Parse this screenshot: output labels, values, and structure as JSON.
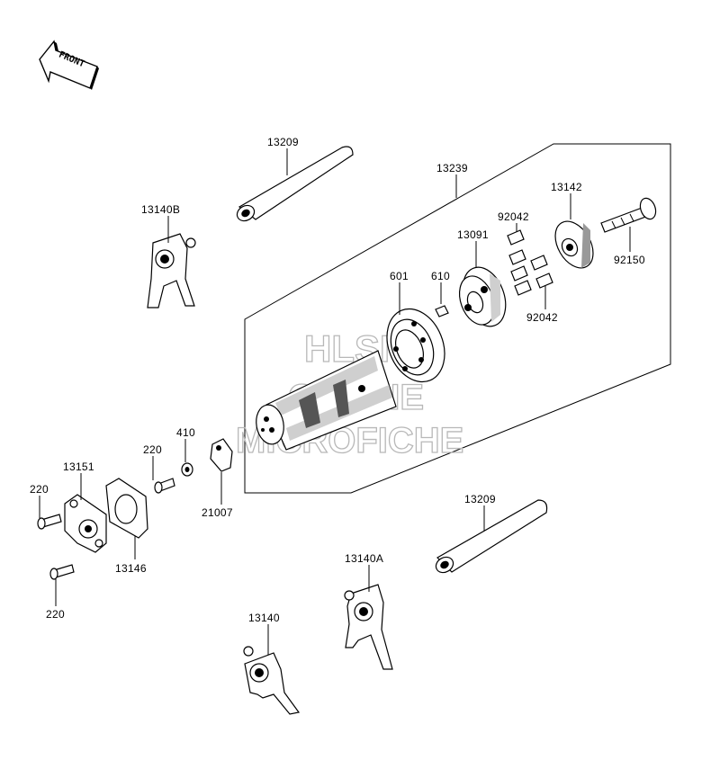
{
  "front_arrow": {
    "text": "FRONT"
  },
  "watermark": {
    "line1": "HLSM",
    "line2": "ONLINE",
    "line3": "MICROFICHE"
  },
  "labels": {
    "p13209_top": "13209",
    "p13239": "13239",
    "p13142": "13142",
    "p13140b": "13140B",
    "p92042_top": "92042",
    "p13091": "13091",
    "p92150": "92150",
    "p601": "601",
    "p610": "610",
    "p92042_bottom": "92042",
    "p410": "410",
    "p220_mid": "220",
    "p13151": "13151",
    "p220_left": "220",
    "p21007": "21007",
    "p13146": "13146",
    "p220_bottom": "220",
    "p13209_bottom": "13209",
    "p13140a": "13140A",
    "p13140": "13140"
  }
}
